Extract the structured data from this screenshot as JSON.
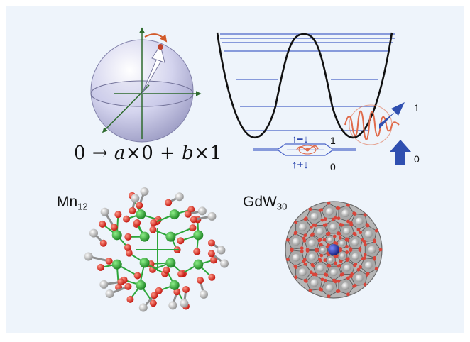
{
  "colors": {
    "panel_bg": "#eef4fb",
    "bloch_sphere": "#c8c8e8",
    "energy_curve": "#111111",
    "energy_levels": "#4a63c8",
    "arrow_blue": "#2f4fb0",
    "pulse": "#e06a4a",
    "oxygen": "#e8221c",
    "manganese": "#27a334",
    "carbon": "#b8b8b8",
    "tungsten_cage": "#9a9a9a",
    "gadolinium": "#1e2f9c"
  },
  "equation": {
    "lhs": "0",
    "arrow": "→",
    "a": "a",
    "times1": "×",
    "zero": "0",
    "plus": "+",
    "b": "b",
    "times2": "×",
    "one": "1"
  },
  "spin_states": {
    "upper": {
      "spins": "↑−↓",
      "label": "1"
    },
    "lower": {
      "spins": "↑+↓",
      "label": "0"
    }
  },
  "transition_labels": {
    "excited": "1",
    "ground": "0"
  },
  "molecules": {
    "left": {
      "base": "Mn",
      "subscript": "12"
    },
    "right": {
      "base": "GdW",
      "subscript": "30"
    }
  },
  "icons": {
    "bloch_sphere": "bloch-sphere-icon",
    "double_well": "double-well-potential-icon",
    "pulse": "microwave-pulse-icon",
    "mn12": "mn12-molecule-icon",
    "gdw30": "gdw30-molecule-icon"
  }
}
